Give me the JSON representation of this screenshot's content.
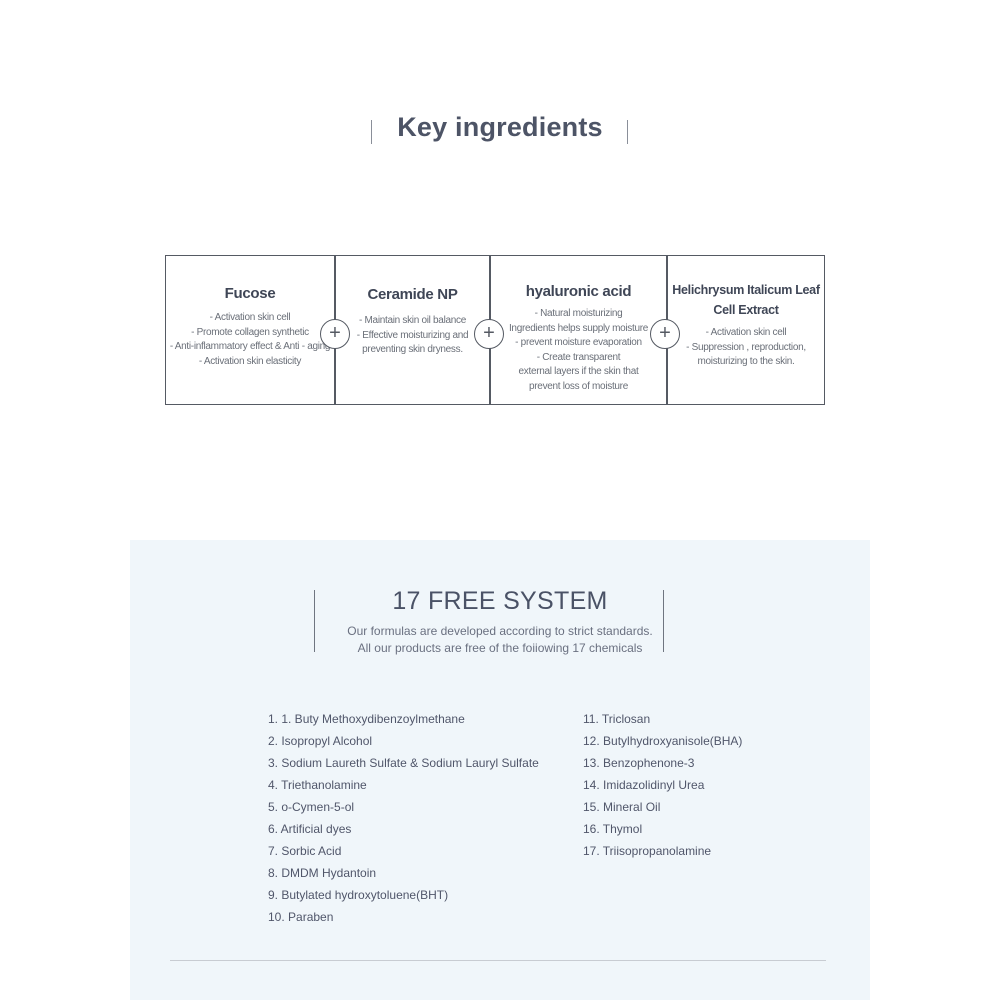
{
  "key_ingredients": {
    "title": "Key ingredients",
    "items": [
      {
        "title_lines": [
          "Fucose"
        ],
        "desc_lines": [
          "- Activation skin cell",
          "- Promote collagen synthetic",
          "- Anti-inflammatory effect & Anti - aging",
          "- Activation skin elasticity"
        ]
      },
      {
        "title_lines": [
          "Ceramide NP"
        ],
        "desc_lines": [
          "- Maintain skin oil balance",
          "- Effective moisturizing and",
          "preventing skin dryness."
        ]
      },
      {
        "title_lines": [
          "hyaluronic acid"
        ],
        "desc_lines": [
          "- Natural moisturizing",
          "Ingredients helps supply moisture",
          "- prevent moisture evaporation",
          "- Create transparent",
          "external layers if the skin that",
          "prevent loss of moisture"
        ]
      },
      {
        "title_lines": [
          "Helichrysum Italicum Leaf",
          "Cell Extract"
        ],
        "desc_lines": [
          "- Activation skin cell",
          "- Suppression , reproduction,",
          "moisturizing to the skin."
        ]
      }
    ],
    "plus_symbol": "+"
  },
  "free_system": {
    "title": "17 FREE SYSTEM",
    "subtitle_lines": [
      "Our formulas are developed according to strict standards.",
      "All our products are free of the foiiowing 17 chemicals"
    ],
    "left_list": [
      "1. 1. Buty Methoxydibenzoylmethane",
      "2. Isopropyl Alcohol",
      "3. Sodium Laureth Sulfate & Sodium Lauryl Sulfate",
      "4. Triethanolamine",
      "5. o-Cymen-5-ol",
      "6. Artificial dyes",
      "7. Sorbic Acid",
      "8. DMDM Hydantoin",
      "9. Butylated hydroxytoluene(BHT)",
      "10. Paraben"
    ],
    "right_list": [
      "11. Triclosan",
      "12. Butylhydroxyanisole(BHA)",
      "13. Benzophenone-3",
      "14. Imidazolidinyl Urea",
      "15. Mineral Oil",
      "16. Thymol",
      "17. Triisopropanolamine"
    ]
  },
  "colors": {
    "panel_background": "#f0f6fa",
    "heading_text": "#4d5466",
    "border": "#555a63"
  }
}
